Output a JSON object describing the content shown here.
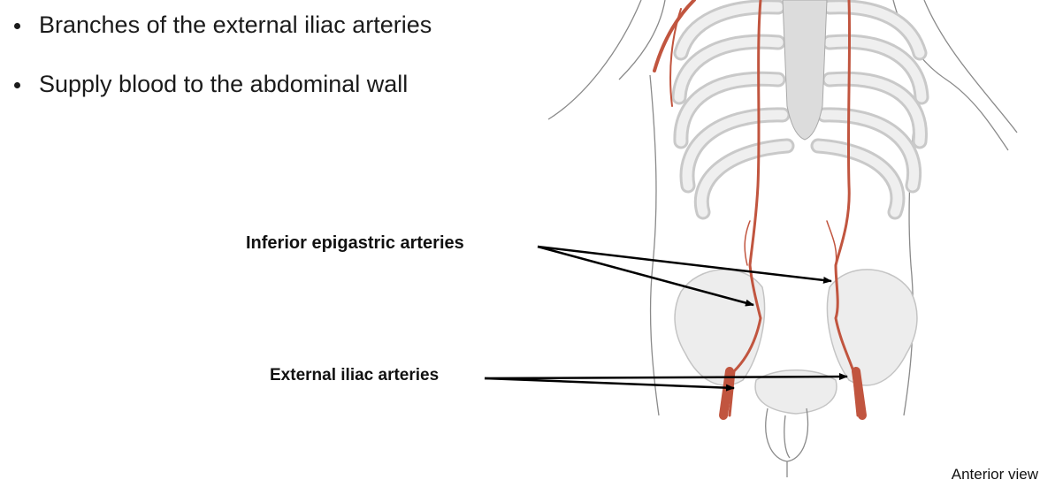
{
  "bullets": [
    "Branches of the external iliac arteries",
    "Supply blood to the abdominal wall"
  ],
  "labels": {
    "epigastric": "Inferior epigastric arteries",
    "iliac": "External iliac arteries"
  },
  "caption": "Anterior view",
  "colors": {
    "artery": "#c1553f",
    "bone": "#e3e3e3",
    "outline": "#8a8a8a",
    "arrow": "#000000"
  }
}
